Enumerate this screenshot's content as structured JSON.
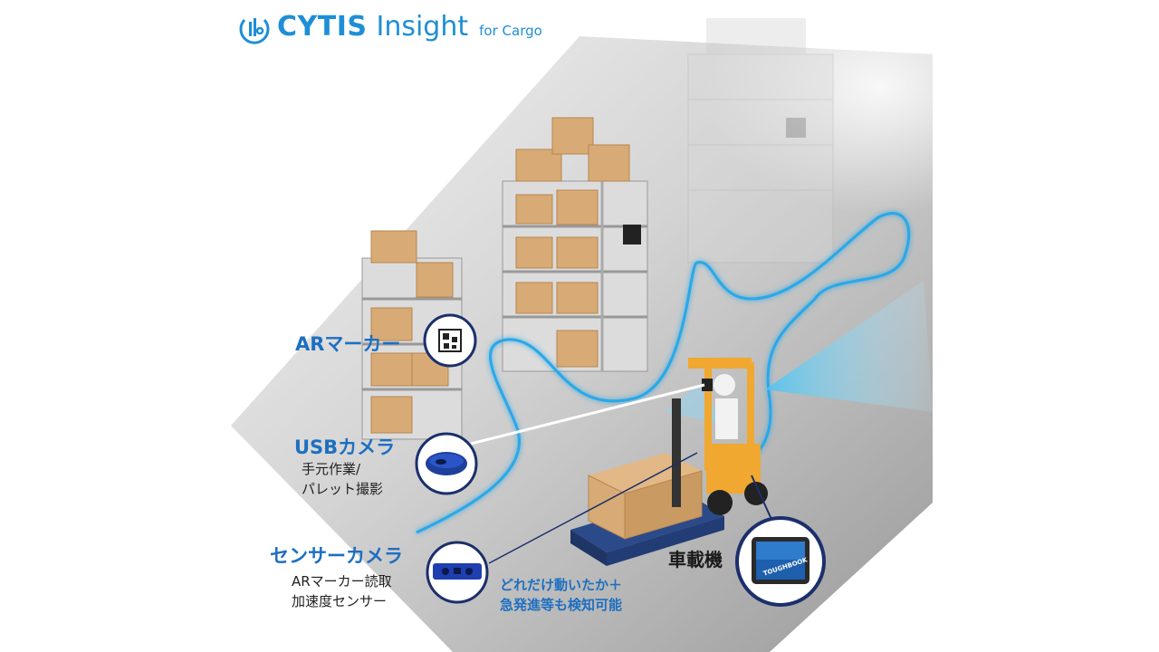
{
  "logo": {
    "brand": "CYTIS",
    "product": "Insight",
    "sub": "for Cargo"
  },
  "callouts": {
    "ar_marker": {
      "title": "ARマーカー"
    },
    "usb_camera": {
      "title": "USBカメラ",
      "desc_line1": "手元作業/",
      "desc_line2": "パレット撮影"
    },
    "sensor_camera": {
      "title": "センサーカメラ",
      "desc_line1": "ARマーカー読取",
      "desc_line2": "加速度センサー"
    },
    "vehicle_device": {
      "title": "車載機"
    },
    "detection_note": {
      "line1": "どれだけ動いたか＋",
      "line2": "急発進等も検知可能"
    }
  },
  "tablet_brand": "TOUGHBOOK",
  "colors": {
    "accent": "#1e8fd6",
    "callout_ring": "#1b2f6b",
    "path_glow": "#29a8e8",
    "box": "#d8ab76",
    "floor": "#c6c6c6"
  }
}
